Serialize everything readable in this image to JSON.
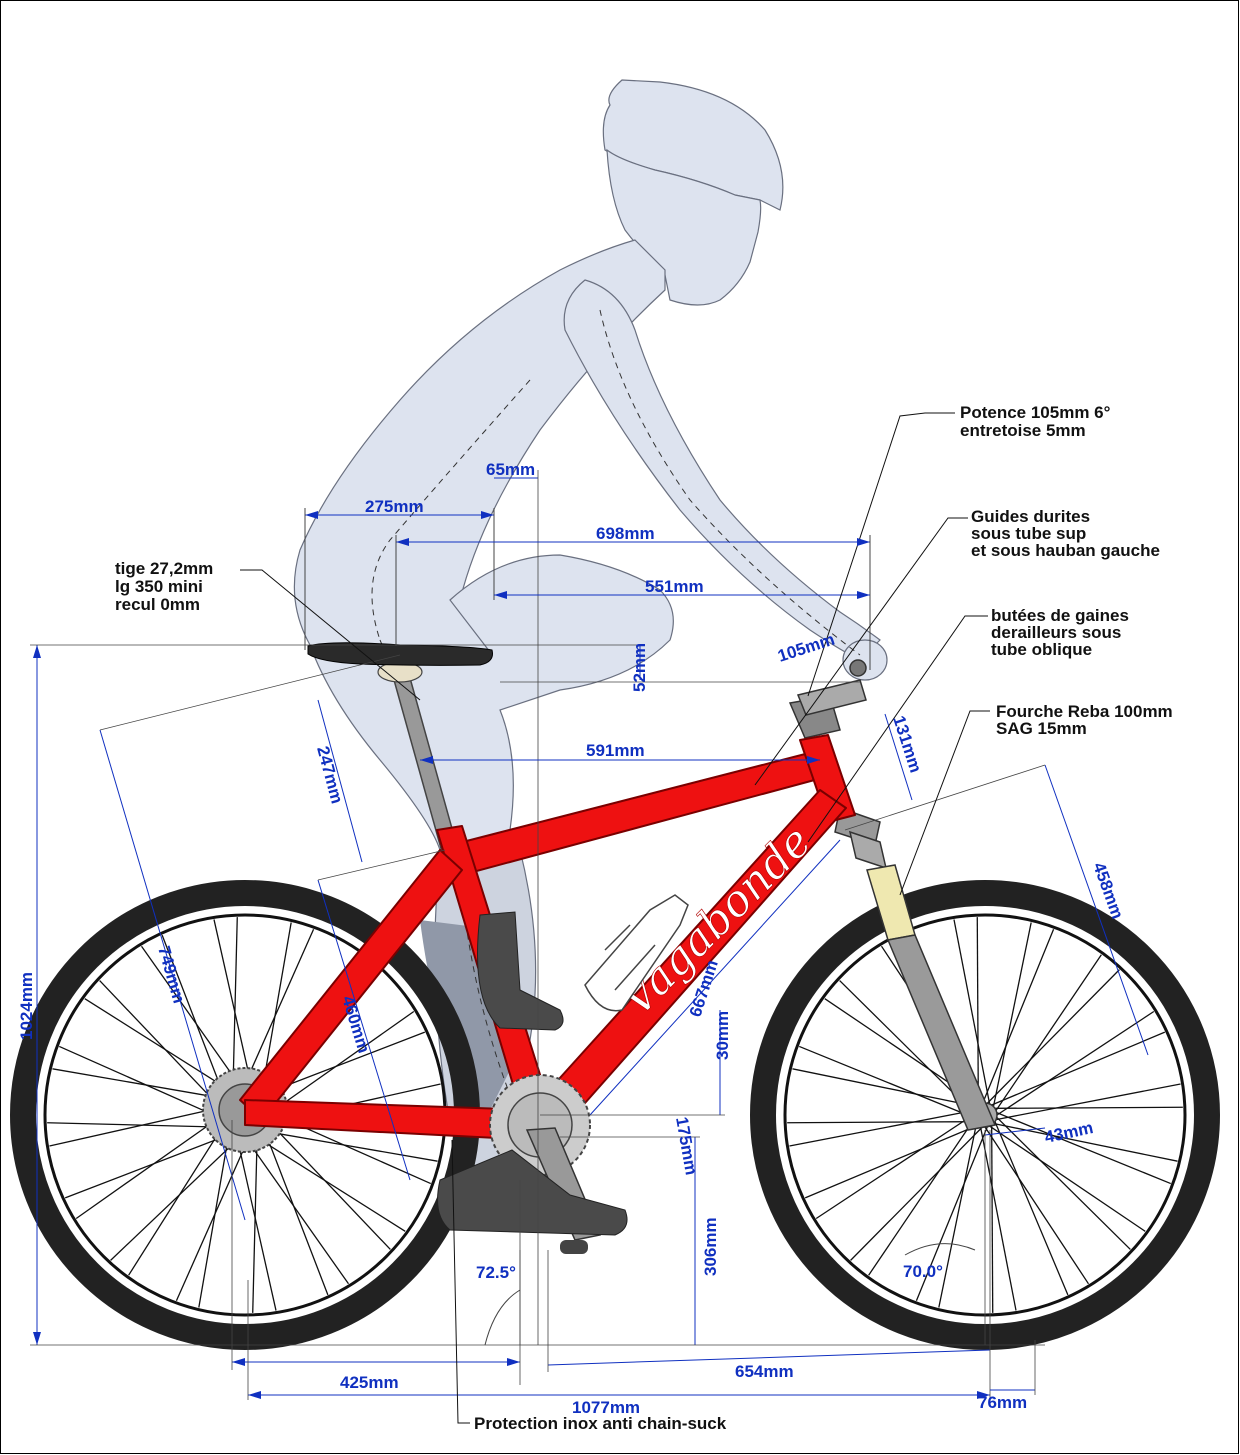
{
  "colors": {
    "frame": "#ee1111",
    "frame_stroke": "#7a0000",
    "dimension": "#1030c0",
    "rider": "#dde3ef",
    "tire": "#222222",
    "fork_stanchion": "#efe8b0",
    "fork_lower": "#9a9a9a"
  },
  "brand": "Vagabonde",
  "dimensions": {
    "stack_1024": "1024mm",
    "reach_275": "275mm",
    "seat_setback_65": "65mm",
    "saddle_bar_698": "698mm",
    "saddle_bar_horizontal_551": "551mm",
    "stem_105": "105mm",
    "drop_52": "52mm",
    "top_tube_591": "591mm",
    "post_exposed_247": "247mm",
    "head_tube_131": "131mm",
    "fork_length_458": "458mm",
    "saddle_height_749": "749mm",
    "seat_tube_460": "460mm",
    "down_tube_667": "667mm",
    "bb_30": "30mm",
    "bb_drop_175": "175mm",
    "bb_height_306": "306mm",
    "seat_angle": "72.5°",
    "head_angle": "70.0°",
    "offset_43": "43mm",
    "chainstay_425": "425mm",
    "front_center_654": "654mm",
    "wheelbase_1077": "1077mm",
    "trail_76": "76mm"
  },
  "annotations": {
    "seatpost": [
      "tige 27,2mm",
      "lg 350 mini",
      "recul 0mm"
    ],
    "stem": [
      "Potence 105mm 6°",
      "entretoise 5mm"
    ],
    "hose_guides": [
      "Guides durites",
      "sous tube sup",
      "et sous hauban gauche"
    ],
    "cable_stops": [
      "butées de gaines",
      "derailleurs sous",
      "tube oblique"
    ],
    "fork": [
      "Fourche Reba 100mm",
      "SAG 15mm"
    ],
    "chain_suck": "Protection inox anti chain-suck"
  }
}
